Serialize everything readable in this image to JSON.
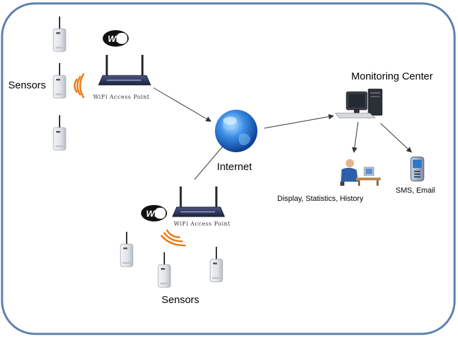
{
  "colors": {
    "frame": "#5b7fae",
    "arrow": "#333333",
    "signal": "#e87a12",
    "globe": "#1f63c9",
    "router": "#2d3556",
    "sensor": "#d9dde2"
  },
  "labels": {
    "sensors_top": "Sensors",
    "sensors_bottom": "Sensors",
    "wifi_logo_top": "WiFi",
    "wifi_logo_bottom": "WiFi",
    "access_point_top": "WiFi Access Point",
    "access_point_bottom": "WiFi Access Point",
    "internet": "Internet",
    "monitoring_center": "Monitoring Center",
    "display_stats_history": "Display, Statistics, History",
    "sms_email": "SMS, Email"
  },
  "icons": {
    "sensor": "wireless-sensor-icon",
    "router": "wifi-router-icon",
    "globe": "internet-globe-icon",
    "computer": "desktop-computer-icon",
    "operator": "operator-at-desk-icon",
    "phone": "mobile-phone-icon",
    "signal": "wireless-signal-icon"
  }
}
